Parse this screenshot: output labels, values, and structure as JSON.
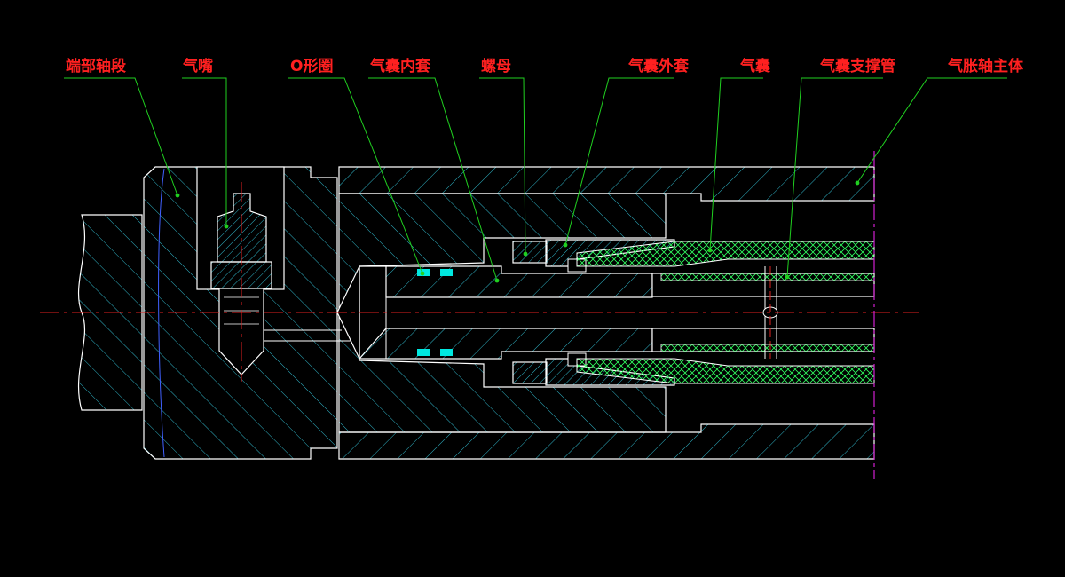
{
  "colors": {
    "background": "#000000",
    "outline": "#ffffff",
    "hatch": "#2fb3c6",
    "label": "#ff2020",
    "leader": "#20d020",
    "centerline": "#e02020",
    "seal": "#00e8e0",
    "bladder": "#30ff60",
    "axis_end": "#d020d0"
  },
  "labels": [
    {
      "id": "end-shaft",
      "text": "端部轴段"
    },
    {
      "id": "air-nozzle",
      "text": "气嘴"
    },
    {
      "id": "o-ring",
      "text": "O形圈"
    },
    {
      "id": "bladder-inner-sleeve",
      "text": "气囊内套"
    },
    {
      "id": "nut",
      "text": "螺母"
    },
    {
      "id": "bladder-outer-sleeve",
      "text": "气囊外套"
    },
    {
      "id": "bladder",
      "text": "气囊"
    },
    {
      "id": "bladder-support-tube",
      "text": "气囊支撑管"
    },
    {
      "id": "air-shaft-body",
      "text": "气胀轴主体"
    }
  ]
}
